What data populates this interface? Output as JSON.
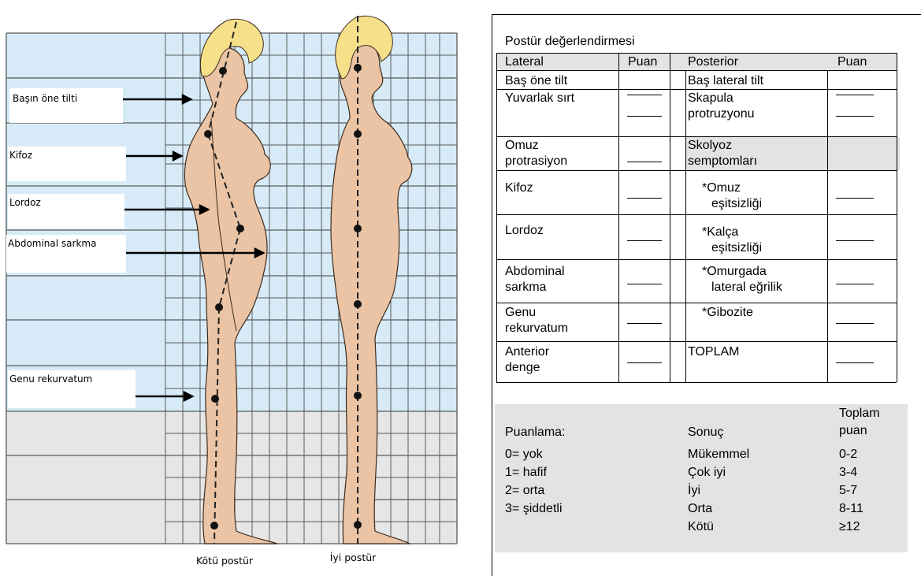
{
  "left_figure": {
    "labels": {
      "head_tilt": "Başın öne tilti",
      "kyphosis": "Kifoz",
      "lordosis": "Lordoz",
      "abdominal": "Abdominal sarkma",
      "genu": "Genu rekurvatum"
    },
    "captions": {
      "bad": "Kötü postür",
      "good": "İyi postür"
    }
  },
  "form": {
    "title": "Postür değerlendirmesi",
    "headers": [
      "Lateral",
      "Puan",
      "Posterior",
      "Puan"
    ],
    "blank": "____",
    "rows": [
      {
        "lateral": [
          "Baş öne tilt"
        ],
        "posterior": [
          "Baş lateral tilt"
        ]
      },
      {
        "lateral": [
          "Yuvarlak sırt"
        ],
        "posterior": [
          "Skapula",
          "protruzyonu"
        ]
      },
      {
        "lateral": [
          "Omuz",
          "protrasiyon"
        ],
        "posterior": [
          "Skolyoz",
          "semptomları"
        ]
      },
      {
        "lateral": [
          "Kifoz"
        ],
        "posterior": [
          "*Omuz",
          "eşitsizliği"
        ]
      },
      {
        "lateral": [
          "Lordoz"
        ],
        "posterior": [
          "*Kalça",
          "eşitsizliği"
        ]
      },
      {
        "lateral": [
          "Abdominal",
          "sarkma"
        ],
        "posterior": [
          "*Omurgada",
          "lateral  eğrilik"
        ]
      },
      {
        "lateral": [
          "Genu",
          "rekurvatum"
        ],
        "posterior": [
          "*Gibozite"
        ]
      },
      {
        "lateral": [
          "Anterior",
          "denge"
        ],
        "posterior": [
          "TOPLAM"
        ]
      }
    ],
    "scoring": {
      "col1_header": "Puanlama:",
      "col2_header": "Sonuç",
      "col3_header": [
        "Toplam",
        "puan"
      ],
      "puanlama": [
        "0= yok",
        "1= hafif",
        "2= orta",
        "3= şiddetli"
      ],
      "sonuc": [
        "Mükemmel",
        "Çok iyi",
        "İyi",
        "Orta",
        "Kötü"
      ],
      "toplam": [
        "0-2",
        "3-4",
        "5-7",
        "8-11",
        "≥12"
      ]
    }
  }
}
